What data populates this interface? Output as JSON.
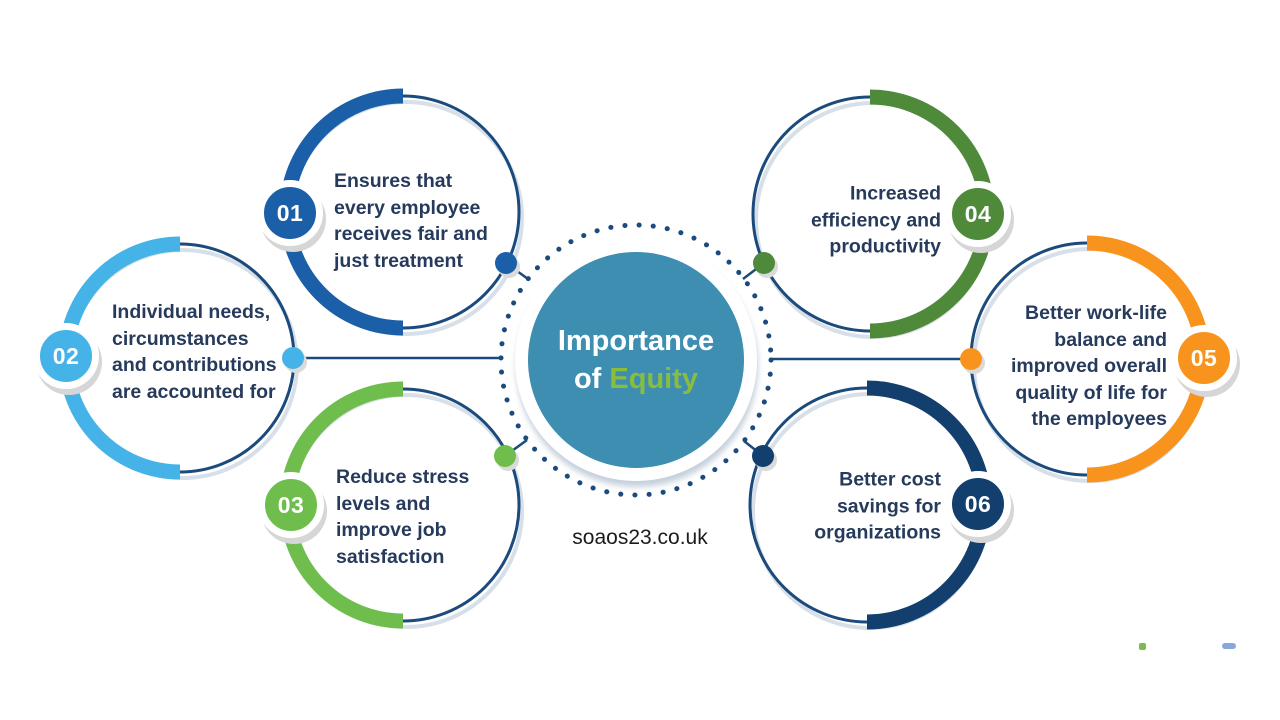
{
  "colors": {
    "navy": "#1B4A7C",
    "text_navy": "#263A5C",
    "ring_shadow": "#D7DFE8",
    "dot_shadow": "#DADADA",
    "badge_shadow": "#D6D6D6",
    "highlight": "#8ABD3C"
  },
  "center": {
    "title_line1": "Importance",
    "title_line2_prefix": "of",
    "title_line2_highlight": "Equity",
    "circle_color": "#3E8EB1",
    "dotted_ring_color": "#1B4A7E"
  },
  "watermark": "soaos23.co.uk",
  "items": [
    {
      "number": "01",
      "text": "Ensures that\nevery employee\nreceives fair and\njust treatment",
      "color": "#1A5FA8"
    },
    {
      "number": "02",
      "text": "Individual needs,\ncircumstances\nand contributions\nare accounted for",
      "color": "#45B3E7"
    },
    {
      "number": "03",
      "text": "Reduce stress\nlevels and\nimprove job\nsatisfaction",
      "color": "#6FBE4D"
    },
    {
      "number": "04",
      "text": "Increased\nefficiency and\nproductivity",
      "color": "#4F8A3B"
    },
    {
      "number": "05",
      "text": "Better work-life\nbalance and\nimproved overall\nquality of life for\nthe employees",
      "color": "#F8941D"
    },
    {
      "number": "06",
      "text": "Better cost\nsavings for\norganizations",
      "color": "#123F6D"
    }
  ],
  "decor": {
    "green_dot_color": "#7CBB4C",
    "blue_dash_color": "#87A8D8"
  }
}
